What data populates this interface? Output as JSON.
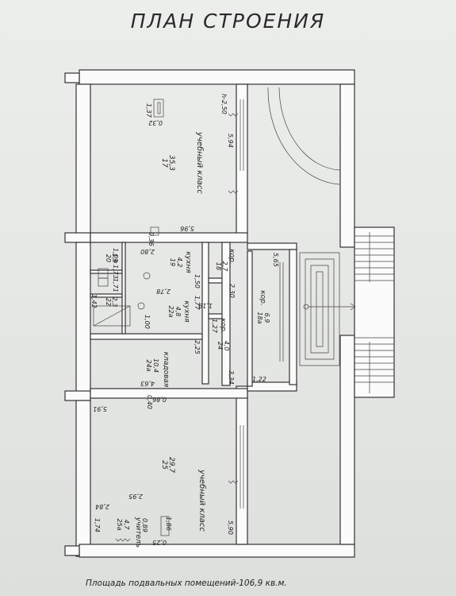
{
  "title": "ПЛАН СТРОЕНИЯ",
  "footer": "Площадь подвальных помещений-106,9 кв.м.",
  "rooms": {
    "r17": {
      "num": "17",
      "area": "35,3",
      "name": "учебный класс"
    },
    "r25": {
      "num": "25",
      "area": "29,7",
      "name": "учебный класс"
    },
    "r25a": {
      "num": "25а",
      "area": "4,7",
      "name": "учитель"
    },
    "r24a": {
      "num": "24а",
      "area": "10,4",
      "name": "кладовая"
    },
    "r22a": {
      "num": "22а",
      "area": "4,8",
      "name": "кухня"
    },
    "r19": {
      "num": "19",
      "area": "4,2",
      "name": "кухня"
    },
    "r18": {
      "num": "18",
      "area": "2,7",
      "name": "кор."
    },
    "r18a": {
      "num": "18а",
      "area": "6,9",
      "name": "кор."
    },
    "r24": {
      "num": "24",
      "area": "4,0",
      "name": "кор."
    },
    "r20": {
      "num": "20",
      "area": "1,9"
    },
    "r22": {
      "num": "22",
      "area": "2,3"
    }
  },
  "dims": {
    "d137": "1,37",
    "d032": "0,32",
    "h250": "h-2,50",
    "d594": "5,94",
    "d596": "5,96",
    "d036": "0,36",
    "d280": "2,80",
    "d109": "1,09",
    "d150": "1,50",
    "d565": "5,65",
    "d173": "1,73",
    "d171": "1,71",
    "d278": "2,78",
    "d142": "1,42",
    "d100": "1,00",
    "d177": "1,77",
    "d230": "2,30",
    "d119": "1,19",
    "d127": "1,27",
    "d225": "2,25",
    "d334": "3,34",
    "d122": "1,22",
    "d463": "4,63",
    "d040": "0,40",
    "d086": "0,86",
    "d591": "5,91",
    "d295": "2,95",
    "d284": "2,84",
    "d174": "1,74",
    "d089": "0,89",
    "d186": "1,86",
    "d025": "0,25",
    "d590": "5,90"
  }
}
